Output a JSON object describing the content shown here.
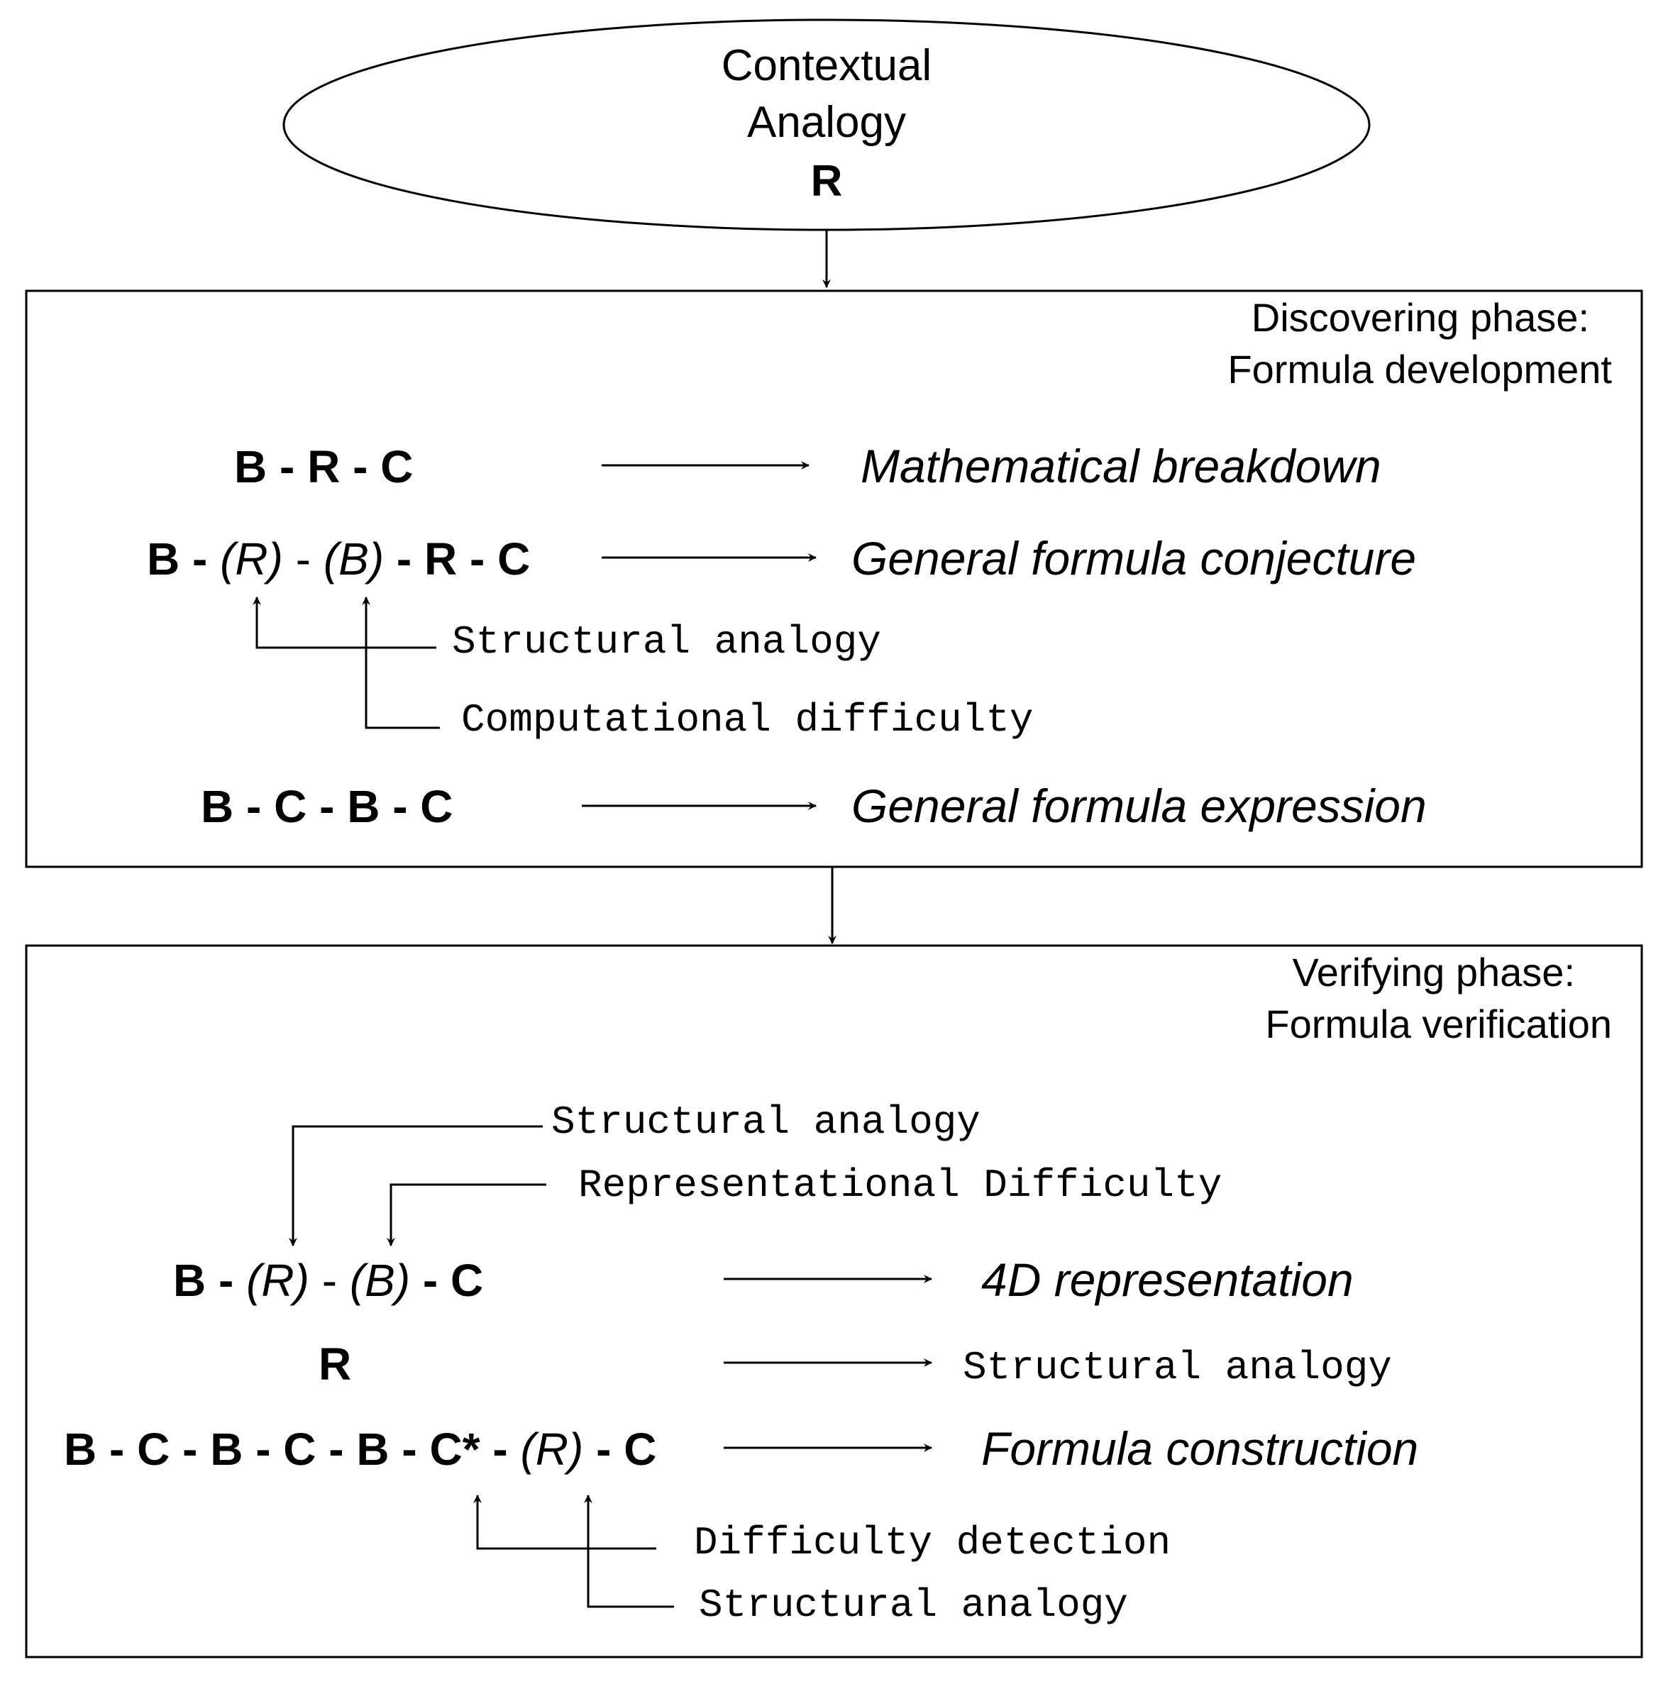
{
  "top_node": {
    "line1": "Contextual",
    "line2": "Analogy",
    "line3": "R"
  },
  "discovering_phase": {
    "title_line1": "Discovering phase:",
    "title_line2": "Formula development",
    "row1": {
      "sequence": "B - R - C",
      "result": "Mathematical breakdown"
    },
    "row2": {
      "seq_b1": "B - ",
      "seq_r": "(R)",
      "seq_dash": " - ",
      "seq_b2": "(B)",
      "seq_tail": " - R - C",
      "result": "General formula conjecture"
    },
    "annotation1": "Structural analogy",
    "annotation2": "Computational difficulty",
    "row3": {
      "sequence": "B - C - B - C",
      "result": "General formula expression"
    }
  },
  "verifying_phase": {
    "title_line1": "Verifying phase:",
    "title_line2": "Formula verification",
    "annotation_top1": "Structural analogy",
    "annotation_top2": "Representational Difficulty",
    "row1": {
      "seq_b1": "B - ",
      "seq_r": "(R)",
      "seq_dash": " - ",
      "seq_b2": "(B)",
      "seq_tail": " - C",
      "result": "4D representation"
    },
    "row2": {
      "sequence": "R",
      "result": "Structural analogy"
    },
    "row3": {
      "seq_head": "B - C - B - C - B - C* - ",
      "seq_r": "(R)",
      "seq_tail": " - C",
      "result": "Formula construction"
    },
    "annotation_bottom1": "Difficulty detection",
    "annotation_bottom2": "Structural analogy"
  }
}
